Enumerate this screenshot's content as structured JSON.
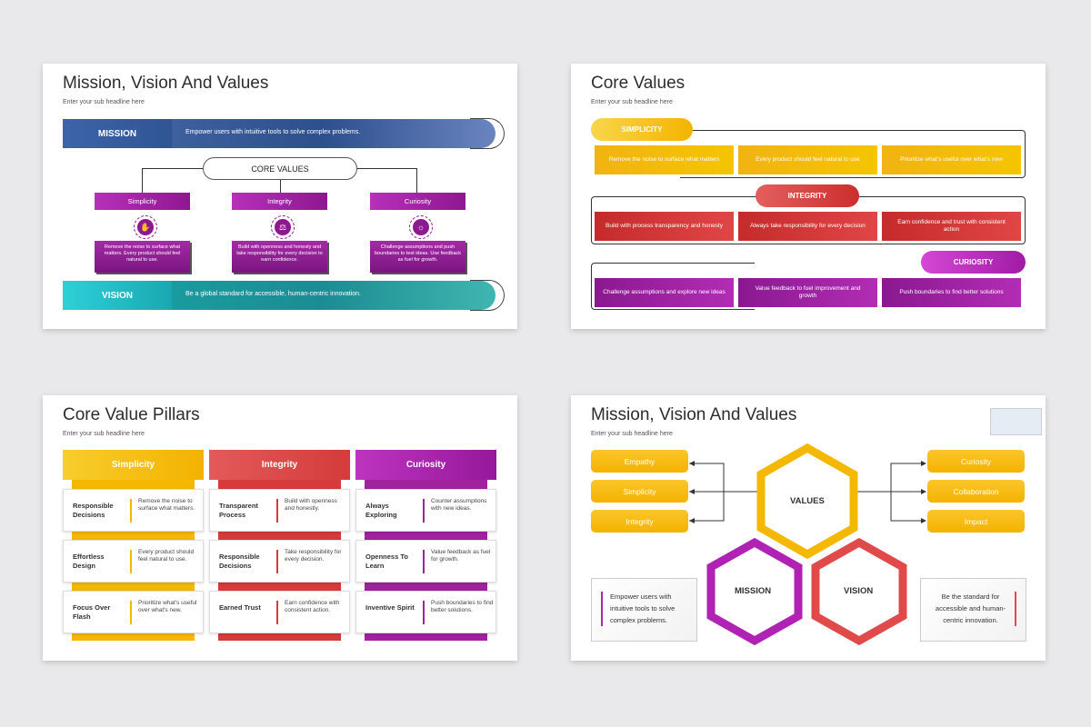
{
  "slide1": {
    "title": "Mission, Vision And Values",
    "subtitle": "Enter your sub headline here",
    "mission_label": "MISSION",
    "mission_text": "Empower users with intuitive tools to solve complex problems.",
    "core_values_label": "CORE VALUES",
    "values": [
      {
        "name": "Simplicity",
        "icon": "hand-icon",
        "text": "Remove the noise to surface what matters. Every product should feel natural to use."
      },
      {
        "name": "Integrity",
        "icon": "scales-icon",
        "text": "Build with openness and honesty and take responsibility for every decision to earn confidence."
      },
      {
        "name": "Curiosity",
        "icon": "lightbulb-icon",
        "text": "Challenge assumptions and push boundaries to test ideas. Use feedback as fuel for growth."
      }
    ],
    "vision_label": "VISION",
    "vision_text": "Be a global standard for accessible, human-centric innovation.",
    "colors": {
      "mission": "#2d4f8c",
      "vision": "#1b8c93",
      "values": "#8e1890"
    }
  },
  "slide2": {
    "title": "Core Values",
    "subtitle": "Enter your sub headline here",
    "groups": [
      {
        "label": "SIMPLICITY",
        "items": [
          "Remove the noise to surface what matters",
          "Every product should feel natural to use",
          "Prioritize what's useful over what's new"
        ]
      },
      {
        "label": "INTEGRITY",
        "items": [
          "Build with process transparency and honesty",
          "Always take responsibility for every decision",
          "Earn confidence and trust with consistent action"
        ]
      },
      {
        "label": "CURIOSITY",
        "items": [
          "Challenge assumptions and explore new ideas",
          "Value feedback to fuel improvement and growth",
          "Push boundaries to find better solutions"
        ]
      }
    ],
    "colors": {
      "simplicity": "#f4b400",
      "integrity": "#cc2e2e",
      "curiosity": "#a01ba5"
    }
  },
  "slide3": {
    "title": "Core Value Pillars",
    "subtitle": "Enter your sub headline here",
    "pillars": [
      {
        "name": "Simplicity",
        "rows": [
          {
            "key": "Responsible Decisions",
            "value": "Remove the noise to surface what matters."
          },
          {
            "key": "Effortless Design",
            "value": "Every product should feel natural to use."
          },
          {
            "key": "Focus Over Flash",
            "value": "Prioritize what's useful over what's new."
          }
        ]
      },
      {
        "name": "Integrity",
        "rows": [
          {
            "key": "Transparent Process",
            "value": "Build with openness and honestly."
          },
          {
            "key": "Responsible Decisions",
            "value": "Take responsibility for every decision."
          },
          {
            "key": "Earned Trust",
            "value": "Earn confidence with consistent action."
          }
        ]
      },
      {
        "name": "Curiosity",
        "rows": [
          {
            "key": "Always Exploring",
            "value": "Counter assumptions with new ideas."
          },
          {
            "key": "Openness To Learn",
            "value": "Value feedback as fuel for growth."
          },
          {
            "key": "Inventive Spirit",
            "value": "Push boundaries to find better solutions."
          }
        ]
      }
    ]
  },
  "slide4": {
    "title": "Mission, Vision And Values",
    "subtitle": "Enter your sub headline here",
    "left_values": [
      "Empathy",
      "Simplicity",
      "Integrity"
    ],
    "right_values": [
      "Curiosity",
      "Collaboration",
      "Impact"
    ],
    "hex_values": "VALUES",
    "hex_mission": "MISSION",
    "hex_vision": "VISION",
    "mission_text": "Empower users with intuitive tools to solve complex problems.",
    "vision_text": "Be the standard for accessible and human-centric innovation.",
    "colors": {
      "values": "#f4b400",
      "mission": "#b022b3",
      "vision": "#e04a4a"
    }
  }
}
